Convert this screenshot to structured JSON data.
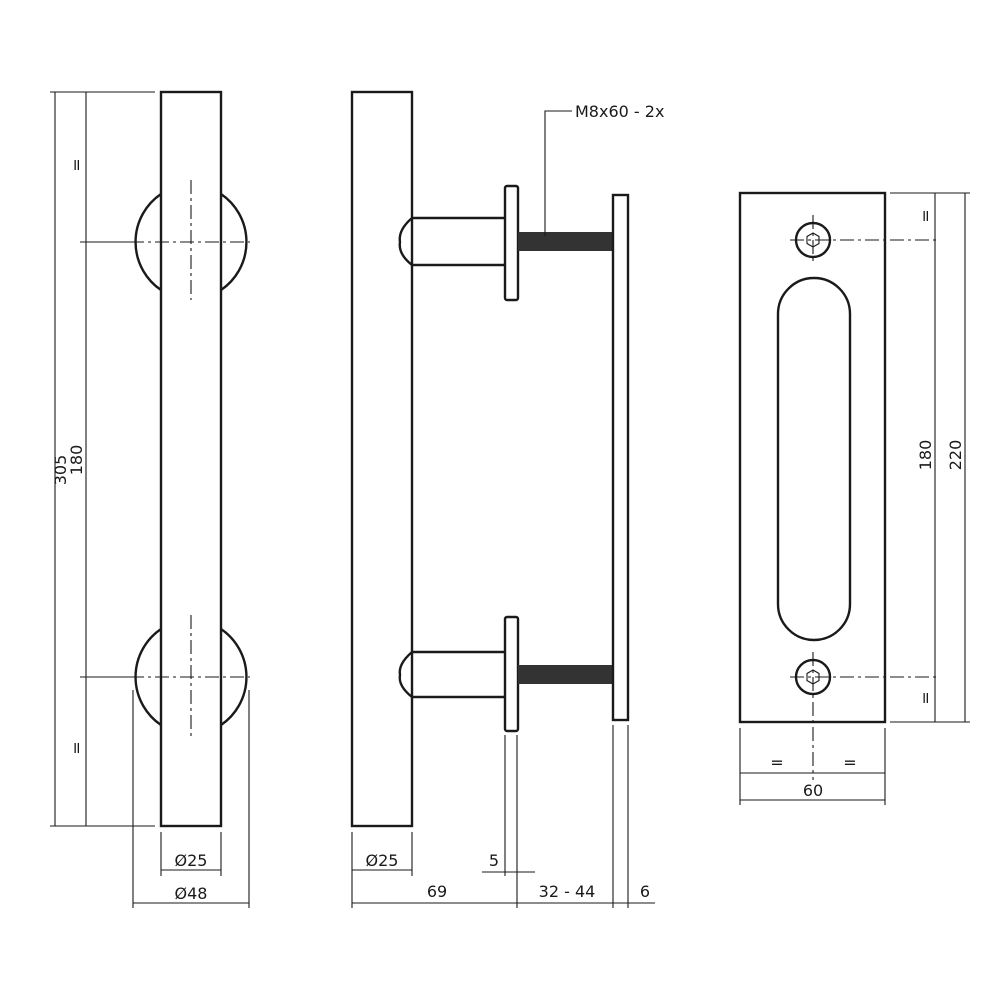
{
  "front_view": {
    "height_total": "305",
    "height_centers": "180",
    "equal_top": "=",
    "equal_bottom": "=",
    "bar_diameter": "Ø25",
    "rosette_diameter": "Ø48"
  },
  "side_view": {
    "bolt_label": "M8x60 - 2x",
    "bar_diameter": "Ø25",
    "rosette_thickness": "5",
    "projection": "69",
    "door_thickness": "32 - 44",
    "plate_thickness": "6"
  },
  "back_plate": {
    "height_centers": "180",
    "height_total": "220",
    "width": "60",
    "equal_top": "=",
    "equal_bottom": "=",
    "equal_left": "=",
    "equal_right": "="
  }
}
